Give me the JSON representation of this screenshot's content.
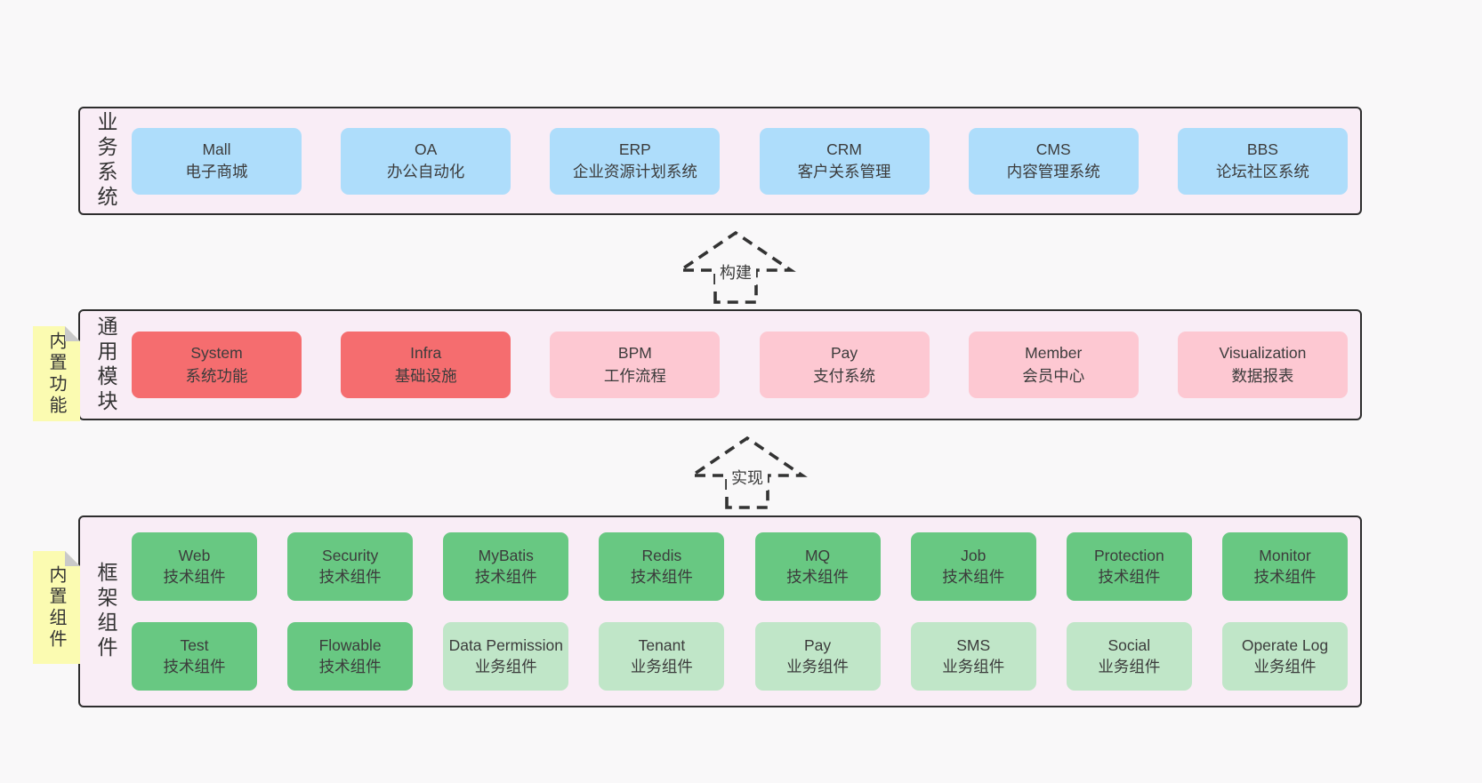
{
  "colors": {
    "page_bg": "#f9f8f9",
    "band_bg": "#f9edf6",
    "band_border": "#2e2e2e",
    "blue": "#aeddfb",
    "red": "#f56d6f",
    "pink": "#fdc8d2",
    "green_dark": "#68c882",
    "green_light": "#c0e6c8",
    "note_yellow": "#fbfbb1",
    "note_fold_gray": "#c9c9c9",
    "text": "#3c3c3c"
  },
  "bands": [
    {
      "label": "业务系统",
      "items": [
        {
          "name": "Mall",
          "desc": "电子商城",
          "variant": "blue"
        },
        {
          "name": "OA",
          "desc": "办公自动化",
          "variant": "blue"
        },
        {
          "name": "ERP",
          "desc": "企业资源计划系统",
          "variant": "blue"
        },
        {
          "name": "CRM",
          "desc": "客户关系管理",
          "variant": "blue"
        },
        {
          "name": "CMS",
          "desc": "内容管理系统",
          "variant": "blue"
        },
        {
          "name": "BBS",
          "desc": "论坛社区系统",
          "variant": "blue"
        }
      ]
    },
    {
      "label": "通用模块",
      "note": "内置功能",
      "items": [
        {
          "name": "System",
          "desc": "系统功能",
          "variant": "red"
        },
        {
          "name": "Infra",
          "desc": "基础设施",
          "variant": "red"
        },
        {
          "name": "BPM",
          "desc": "工作流程",
          "variant": "pink"
        },
        {
          "name": "Pay",
          "desc": "支付系统",
          "variant": "pink"
        },
        {
          "name": "Member",
          "desc": "会员中心",
          "variant": "pink"
        },
        {
          "name": "Visualization",
          "desc": "数据报表",
          "variant": "pink"
        }
      ]
    },
    {
      "label": "框架组件",
      "note": "内置组件",
      "rows": [
        [
          {
            "name": "Web",
            "desc": "技术组件",
            "variant": "green-dark"
          },
          {
            "name": "Security",
            "desc": "技术组件",
            "variant": "green-dark"
          },
          {
            "name": "MyBatis",
            "desc": "技术组件",
            "variant": "green-dark"
          },
          {
            "name": "Redis",
            "desc": "技术组件",
            "variant": "green-dark"
          },
          {
            "name": "MQ",
            "desc": "技术组件",
            "variant": "green-dark"
          },
          {
            "name": "Job",
            "desc": "技术组件",
            "variant": "green-dark"
          },
          {
            "name": "Protection",
            "desc": "技术组件",
            "variant": "green-dark"
          },
          {
            "name": "Monitor",
            "desc": "技术组件",
            "variant": "green-dark"
          }
        ],
        [
          {
            "name": "Test",
            "desc": "技术组件",
            "variant": "green-dark"
          },
          {
            "name": "Flowable",
            "desc": "技术组件",
            "variant": "green-dark"
          },
          {
            "name": "Data Permission",
            "desc": "业务组件",
            "variant": "green-light"
          },
          {
            "name": "Tenant",
            "desc": "业务组件",
            "variant": "green-light"
          },
          {
            "name": "Pay",
            "desc": "业务组件",
            "variant": "green-light"
          },
          {
            "name": "SMS",
            "desc": "业务组件",
            "variant": "green-light"
          },
          {
            "name": "Social",
            "desc": "业务组件",
            "variant": "green-light"
          },
          {
            "name": "Operate Log",
            "desc": "业务组件",
            "variant": "green-light"
          }
        ]
      ]
    }
  ],
  "arrows": [
    {
      "label": "构建"
    },
    {
      "label": "实现"
    }
  ]
}
